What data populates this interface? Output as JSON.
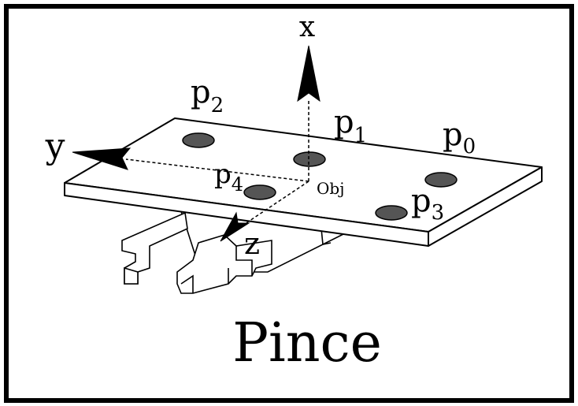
{
  "title": "Pince",
  "axes": {
    "x": "x",
    "y": "y",
    "z": "z"
  },
  "origin_label": "Obj",
  "points": [
    {
      "name": "p",
      "sub": "0"
    },
    {
      "name": "p",
      "sub": "1"
    },
    {
      "name": "p",
      "sub": "2"
    },
    {
      "name": "p",
      "sub": "3"
    },
    {
      "name": "p",
      "sub": "4"
    }
  ],
  "colors": {
    "point_fill": "#555555",
    "line": "#000000",
    "background": "#ffffff"
  }
}
